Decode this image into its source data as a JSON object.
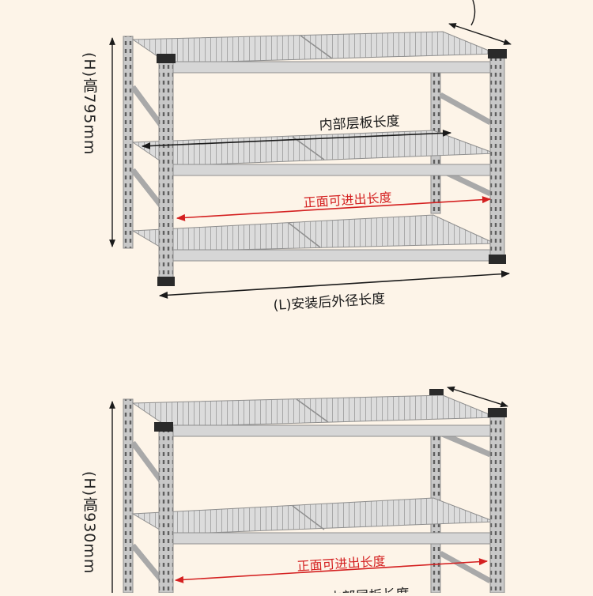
{
  "diagram_top": {
    "height_label": "(H)高795mm",
    "inner_length_label": "内部层板长度",
    "front_access_label": "正面可进出长度",
    "outer_length_label": "(L)安装后外径长度"
  },
  "diagram_bottom": {
    "height_label": "(H)高930mm",
    "front_access_label": "正面可进出长度",
    "inner_length_label_partial": "内部层板长度"
  },
  "colors": {
    "background": "#fdf4e8",
    "frame": "#b9b9b9",
    "frame_dark": "#8e8e8e",
    "annotation_red": "#d42020",
    "annotation_black": "#1a1a1a",
    "foot": "#2a2a2a"
  }
}
